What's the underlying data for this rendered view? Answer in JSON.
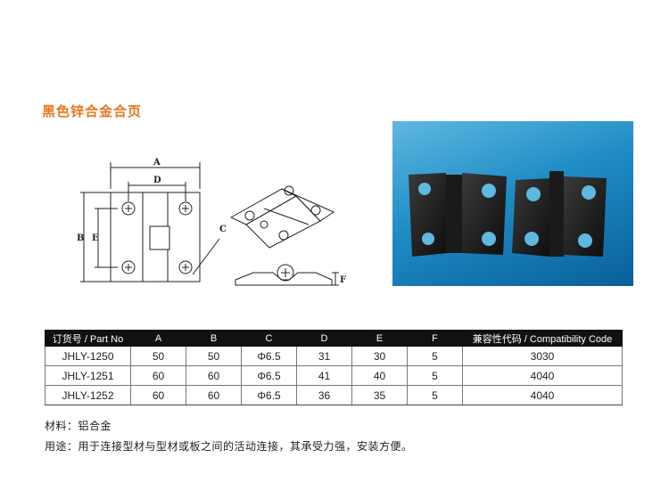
{
  "title": "黑色锌合金合页",
  "drawing": {
    "labels": {
      "a": "A",
      "b": "B",
      "c": "C",
      "d": "D",
      "e": "E",
      "f": "F"
    }
  },
  "table": {
    "headers": [
      "订货号 / Part No",
      "A",
      "B",
      "C",
      "D",
      "E",
      "F",
      "兼容性代码 / Compatibility Code"
    ],
    "rows": [
      [
        "JHLY-1250",
        "50",
        "50",
        "Φ6.5",
        "31",
        "30",
        "5",
        "3030"
      ],
      [
        "JHLY-1251",
        "60",
        "60",
        "Φ6.5",
        "41",
        "40",
        "5",
        "4040"
      ],
      [
        "JHLY-1252",
        "60",
        "60",
        "Φ6.5",
        "36",
        "35",
        "5",
        "4040"
      ]
    ]
  },
  "notes": {
    "material": "材料：铝合金",
    "usage": "用途：用于连接型材与型材或板之间的活动连接，其承受力强，安装方便。"
  },
  "colors": {
    "title": "#e8761c",
    "header_bg": "#111111",
    "photo_bg": "#1e8cc6"
  }
}
